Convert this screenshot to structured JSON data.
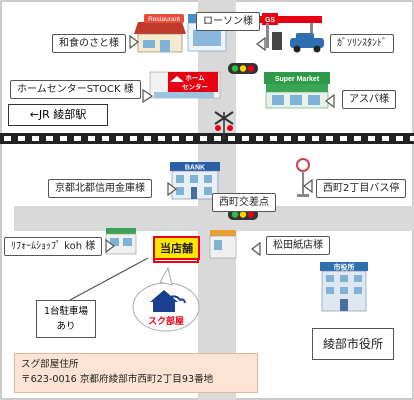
{
  "labels": {
    "washoku": "和食のさと様",
    "lawson": "ローソン様",
    "gas": "ｶﾞｿﾘﾝｽﾀﾝﾄﾞ",
    "homecenter": "ホームセンターSTOCK 様",
    "aspa": "アスパ様",
    "jr_station": "←JR 綾部駅",
    "shinkin": "京都北都信用金庫様",
    "bus_stop": "西町2丁目バス停",
    "intersection": "西町交差点",
    "koh": "ﾘﾌｫｰﾑｼｮｯﾌﾟ koh 様",
    "store": "当店舗",
    "matsuda": "松田紙店様",
    "parking_line1": "1台駐車場",
    "parking_line2": "あり",
    "city_hall": "綾部市役所"
  },
  "signs": {
    "restaurant": "Restaurant",
    "gs": "GS",
    "home_center": "ホーム\nセンター",
    "super_market": "Super Market",
    "bank": "BANK",
    "city_office": "市役所",
    "brand": "スク部屋"
  },
  "address": {
    "title": "スグ部屋住所",
    "line": "〒623-0016 京都府綾部市西町2丁目93番地"
  },
  "colors": {
    "road": "#d9d9d9",
    "store_highlight": "#ffe600",
    "store_border": "#e60012",
    "address_bg": "#fde3d3",
    "brand_blue": "#1b3f8f"
  }
}
